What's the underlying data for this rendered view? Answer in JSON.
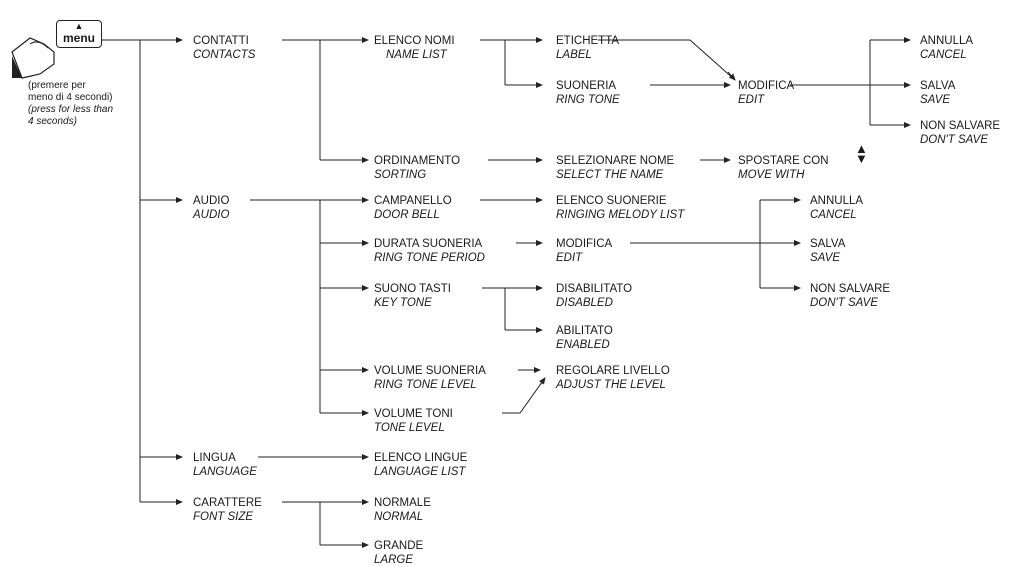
{
  "menu_key": {
    "label": "menu",
    "arrow": "▲"
  },
  "note": {
    "it": "(premere per\nmeno di 4 secondi)",
    "en": "(press for less than\n4 seconds)"
  },
  "nodes": {
    "contatti": {
      "it": "CONTATTI",
      "en": "CONTACTS"
    },
    "audio": {
      "it": "AUDIO",
      "en": "AUDIO"
    },
    "lingua": {
      "it": "LINGUA",
      "en": "LANGUAGE"
    },
    "carattere": {
      "it": "CARATTERE",
      "en": "FONT SIZE"
    },
    "elenco_nomi": {
      "it": "ELENCO NOMI",
      "en": "NAME LIST"
    },
    "ordinamento": {
      "it": "ORDINAMENTO",
      "en": "SORTING"
    },
    "etichetta": {
      "it": "ETICHETTA",
      "en": "LABEL"
    },
    "suoneria": {
      "it": "SUONERIA",
      "en": "RING TONE"
    },
    "modifica1": {
      "it": "MODIFICA",
      "en": "EDIT"
    },
    "annulla1": {
      "it": "ANNULLA",
      "en": "CANCEL"
    },
    "salva1": {
      "it": "SALVA",
      "en": "SAVE"
    },
    "nonsalvare1": {
      "it": "NON SALVARE",
      "en": "DON'T SAVE"
    },
    "selezionare": {
      "it": "SELEZIONARE NOME",
      "en": "SELECT THE NAME"
    },
    "spostare": {
      "it": "SPOSTARE CON",
      "en": "MOVE WITH"
    },
    "campanello": {
      "it": "CAMPANELLO",
      "en": "DOOR BELL"
    },
    "durata": {
      "it": "DURATA SUONERIA",
      "en": "RING TONE PERIOD"
    },
    "suono_tasti": {
      "it": "SUONO TASTI",
      "en": "KEY TONE"
    },
    "vol_suoneria": {
      "it": "VOLUME SUONERIA",
      "en": "RING TONE LEVEL"
    },
    "vol_toni": {
      "it": "VOLUME TONI",
      "en": "TONE LEVEL"
    },
    "elenco_suon": {
      "it": "ELENCO SUONERIE",
      "en": "RINGING MELODY LIST"
    },
    "modifica2": {
      "it": "MODIFICA",
      "en": "EDIT"
    },
    "annulla2": {
      "it": "ANNULLA",
      "en": "CANCEL"
    },
    "salva2": {
      "it": "SALVA",
      "en": "SAVE"
    },
    "nonsalvare2": {
      "it": "NON SALVARE",
      "en": "DON'T SAVE"
    },
    "disabilitato": {
      "it": "DISABILITATO",
      "en": "DISABLED"
    },
    "abilitato": {
      "it": "ABILITATO",
      "en": "ENABLED"
    },
    "regolare": {
      "it": "REGOLARE LIVELLO",
      "en": "ADJUST THE LEVEL"
    },
    "elenco_lingue": {
      "it": "ELENCO LINGUE",
      "en": "LANGUAGE LIST"
    },
    "normale": {
      "it": "NORMALE",
      "en": "NORMAL"
    },
    "grande": {
      "it": "GRANDE",
      "en": "LARGE"
    }
  }
}
